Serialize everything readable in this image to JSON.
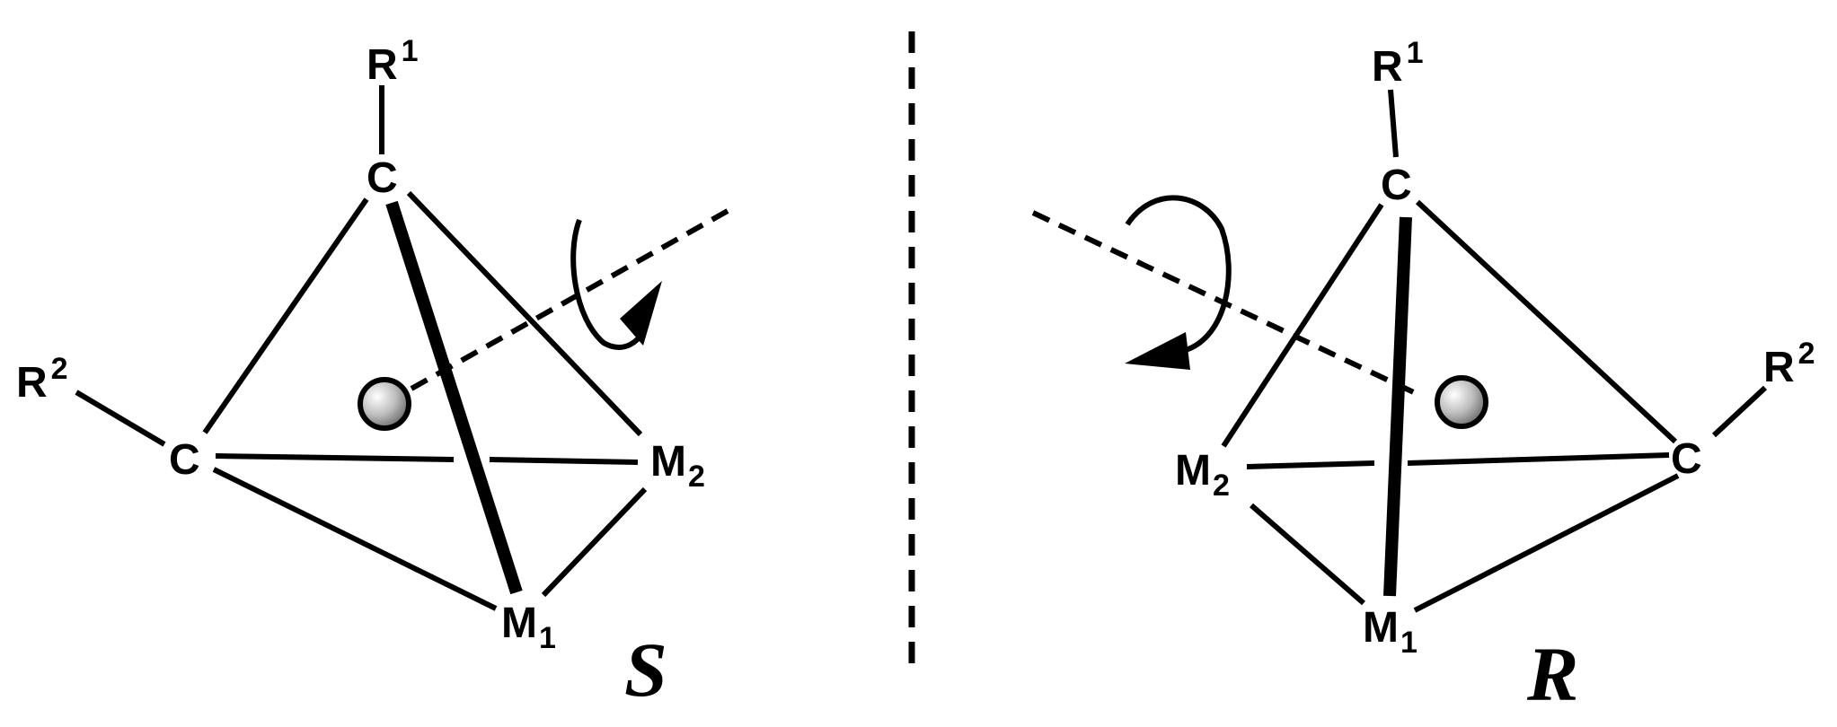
{
  "figure": {
    "left_enantiomer": {
      "configuration": "S",
      "r1": {
        "letter": "R",
        "sup": "1"
      },
      "r2": {
        "letter": "R",
        "sup": "2"
      },
      "c_top": "C",
      "c_left": "C",
      "m1": {
        "letter": "M",
        "sub": "1"
      },
      "m2": {
        "letter": "M",
        "sub": "2"
      }
    },
    "right_enantiomer": {
      "configuration": "R",
      "r1": {
        "letter": "R",
        "sup": "1"
      },
      "r2": {
        "letter": "R",
        "sup": "2"
      },
      "c_top": "C",
      "c_right": "C",
      "m1": {
        "letter": "M",
        "sub": "1"
      },
      "m2": {
        "letter": "M",
        "sub": "2"
      }
    }
  }
}
